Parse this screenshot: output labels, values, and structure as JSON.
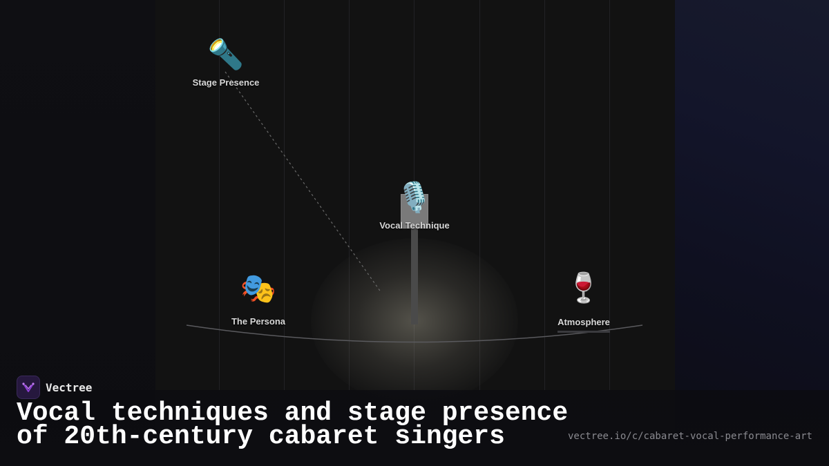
{
  "nodes": {
    "stage_presence": {
      "label": "Stage Presence",
      "icon": "flashlight-icon",
      "glyph": "🔦"
    },
    "vocal_technique": {
      "label": "Vocal Technique",
      "icon": "microphone-icon",
      "glyph": "🎙️"
    },
    "the_persona": {
      "label": "The Persona",
      "icon": "theater-masks-icon",
      "glyph": "🎭"
    },
    "atmosphere": {
      "label": "Atmosphere",
      "icon": "wine-glass-icon",
      "glyph": "🍷"
    }
  },
  "brand": {
    "name": "Vectree"
  },
  "title": {
    "line1": "Vocal techniques and stage presence",
    "line2": "of 20th-century cabaret singers"
  },
  "url": "vectree.io/c/cabaret-vocal-performance-art",
  "colors": {
    "background": "#111114",
    "accent": "#8e3fd6",
    "text": "#ffffff",
    "muted": "#8a8a90"
  }
}
